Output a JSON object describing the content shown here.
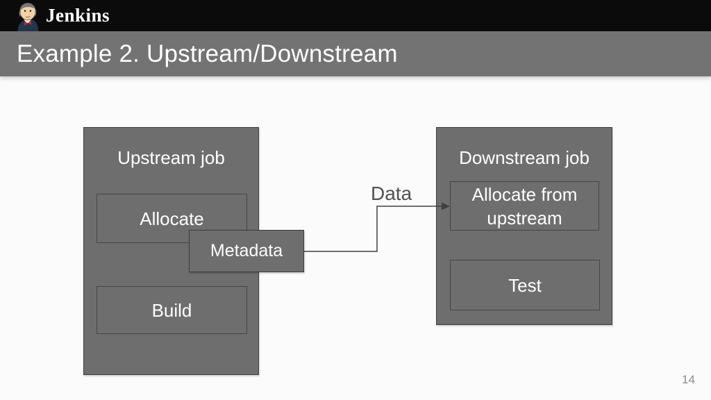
{
  "topbar": {
    "brand": "Jenkins"
  },
  "header": {
    "title": "Example 2. Upstream/Downstream"
  },
  "diagram": {
    "upstream": {
      "title": "Upstream job",
      "steps": [
        "Allocate",
        "Build"
      ]
    },
    "downstream": {
      "title": "Downstream job",
      "steps": [
        "Allocate from upstream",
        "Test"
      ]
    },
    "metadata_label": "Metadata",
    "arrow_label": "Data"
  },
  "footer": {
    "page_number": "14"
  },
  "colors": {
    "topbar_bg": "#0b0b0b",
    "titlebar_bg": "#737373",
    "slide_bg": "#fbfbfb",
    "box_fill": "#6e6e6e",
    "box_border": "#3c3c3c",
    "innerbox_border": "#454545",
    "connector": "#3f3f3f",
    "label_color": "#515151",
    "bowtie_red": "#c02a2a"
  }
}
